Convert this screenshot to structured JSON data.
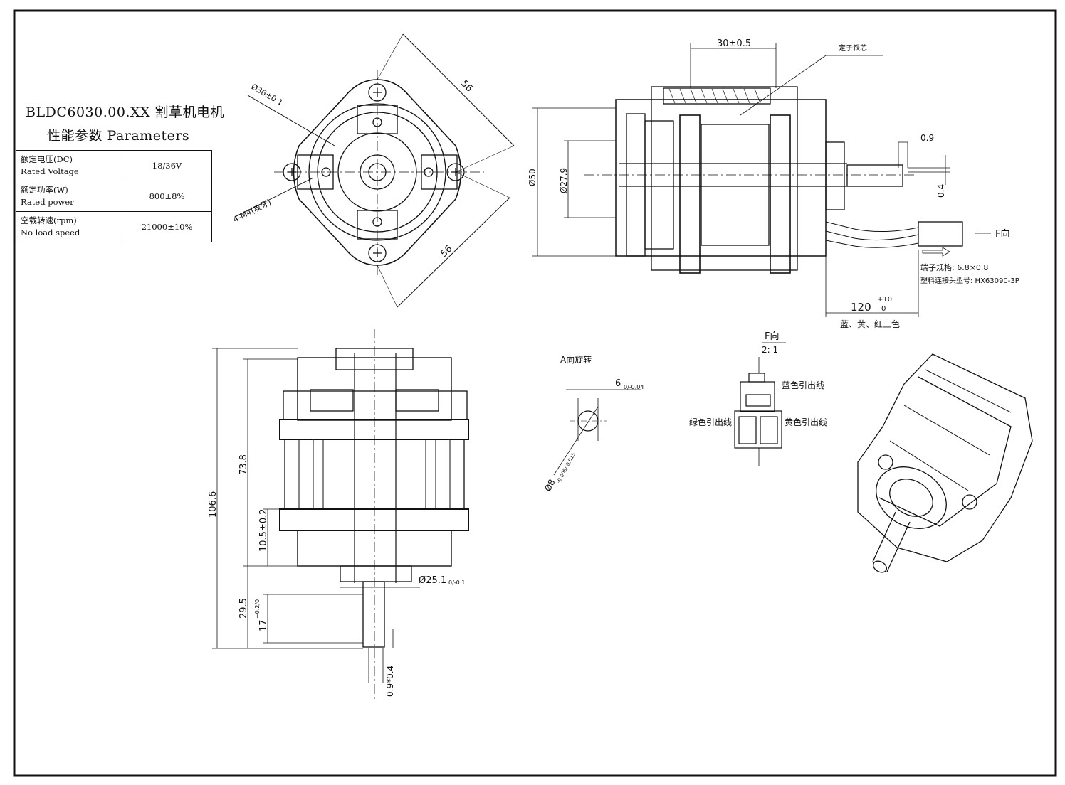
{
  "title": "BLDC6030.00.XX 割草机电机",
  "subtitle": "性能参数 Parameters",
  "params": [
    {
      "zh": "额定电压(DC)",
      "en": "Rated Voltage",
      "value": "18/36V"
    },
    {
      "zh": "额定功率(W)",
      "en": "Rated power",
      "value": "800±8%"
    },
    {
      "zh": "空载转速(rpm)",
      "en": "No load speed",
      "value": "21000±10%"
    }
  ],
  "front_view": {
    "dia": "Ø36±0.1",
    "width1": "56",
    "width2": "56",
    "holes": "4-M4(攻牙)"
  },
  "side_view": {
    "stator_len": "30±0.5",
    "stator_core": "定子铁芯",
    "dia_outer": "Ø50",
    "dia_inner": "Ø27.9",
    "shaft_gap": "0.9",
    "shaft_step": "0.4",
    "f_dir": "F向",
    "terminal": "端子规格: 6.8×0.8",
    "connector": "塑料连接头型号: HX63090-3P",
    "lead_len": "120",
    "lead_tol_up": "+10",
    "lead_tol_lo": "0",
    "lead_colors": "蓝、黄、红三色"
  },
  "bottom_view": {
    "height": "106.6",
    "body": "73.8",
    "flange": "10.5±0.2",
    "shaft_total": "29.5",
    "shaft_len": "17",
    "shaft_tol": "+0.2/0",
    "shaft_end": "0.9*0.4",
    "hub_dia": "Ø25.1",
    "hub_tol": "0/-0.1"
  },
  "a_view": {
    "label": "A向旋转",
    "flat": "6",
    "flat_tol": "0/-0.04",
    "shaft_dia": "Ø8",
    "shaft_tol": "-0.005/-0.015"
  },
  "f_view": {
    "title": "F向",
    "scale": "2: 1",
    "blue": "蓝色引出线",
    "green": "绿色引出线",
    "yellow": "黄色引出线"
  }
}
